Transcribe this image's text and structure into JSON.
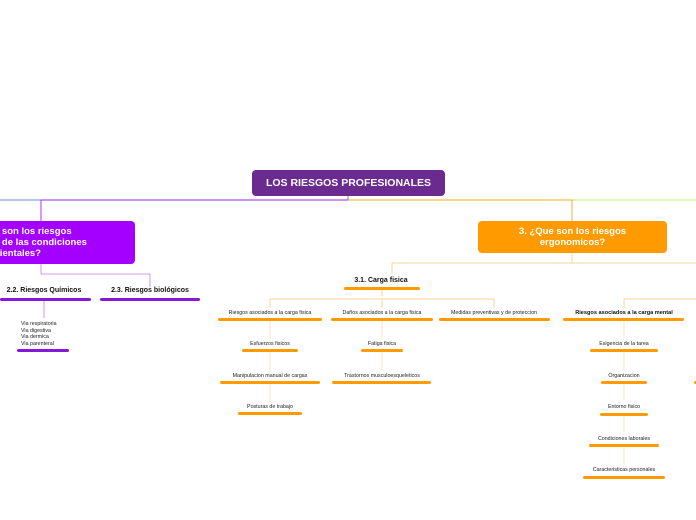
{
  "root": {
    "title": "LOS RIESGOS PROFESIONALES"
  },
  "colors": {
    "root": "#6a2a8f",
    "purple": "#a400ff",
    "orange": "#ff9a00",
    "blue": "#3a6fd8",
    "green": "#a6e35c"
  },
  "left_branch": {
    "title_line1": "s son los riesgos",
    "title_line2": "s de las condiciones",
    "title_line3": "bientales?",
    "children": [
      {
        "label": "2.2. Riesgos Químicos",
        "items": [
          "Via respiratoria",
          "Via digestiva",
          "Via dermica",
          "Via parenteral"
        ]
      },
      {
        "label": "2.3. Riesgos biológicos"
      }
    ]
  },
  "right_branch": {
    "title_line1": "3. ¿Que son los riesgos",
    "title_line2": "ergonomicos?",
    "carga_fisica": {
      "label": "3.1. Carga fisica",
      "groups": [
        {
          "label": "Riesgos asociados a la carga fisica",
          "items": [
            "Esfuerzos fisicos",
            "Manipulacion manual de cargas",
            "Posturas de trabajo"
          ]
        },
        {
          "label": "Daños asociados a la carga fisica",
          "items": [
            "Fatiga fisica",
            "Trastornos musculoesqueleticos"
          ]
        },
        {
          "label": "Medidas preventivas y de proteccion"
        }
      ]
    },
    "carga_mental": {
      "label": "Riesgos asociados a la carga mental",
      "items": [
        "Exigencia de la tarea",
        "Organizacion",
        "Entorno fisico",
        "Condiciones laborales",
        "Caracteristicas personales"
      ]
    }
  }
}
